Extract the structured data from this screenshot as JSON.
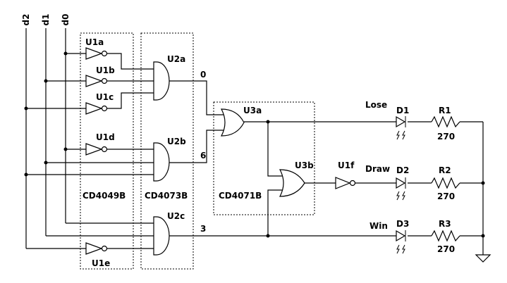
{
  "inputs": {
    "d2": "d2",
    "d1": "d1",
    "d0": "d0"
  },
  "packages": {
    "inverters": "CD4049B",
    "and_gates": "CD4073B",
    "or_gates": "CD4071B"
  },
  "gates": {
    "u1a": "U1a",
    "u1b": "U1b",
    "u1c": "U1c",
    "u1d": "U1d",
    "u1e": "U1e",
    "u1f": "U1f",
    "u2a": "U2a",
    "u2b": "U2b",
    "u2c": "U2c",
    "u3a": "U3a",
    "u3b": "U3b"
  },
  "nets": {
    "n0": "0",
    "n6": "6",
    "n3": "3"
  },
  "outputs": {
    "lose": {
      "label": "Lose",
      "led": "D1",
      "resistor": "R1",
      "value": "270"
    },
    "draw": {
      "label": "Draw",
      "led": "D2",
      "resistor": "R2",
      "value": "270"
    },
    "win": {
      "label": "Win",
      "led": "D3",
      "resistor": "R3",
      "value": "270"
    }
  }
}
